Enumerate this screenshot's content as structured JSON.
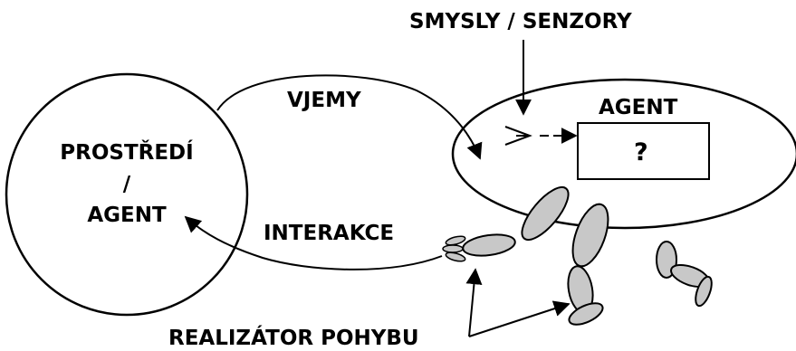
{
  "labels": {
    "senses": "SMYSLY / SENZORY",
    "percepts": "VJEMY",
    "agent": "AGENT",
    "unknown": "?",
    "environment_line1": "PROSTŘEDÍ",
    "environment_line2": "/",
    "environment_line3": "AGENT",
    "interaction": "INTERAKCE",
    "actuators": "REALIZÁTOR POHYBU"
  },
  "colors": {
    "stroke": "#000000",
    "limb_fill": "#c8c8c8",
    "background": "#ffffff"
  },
  "icons": {
    "sensor": "eye-sensor-icon"
  }
}
